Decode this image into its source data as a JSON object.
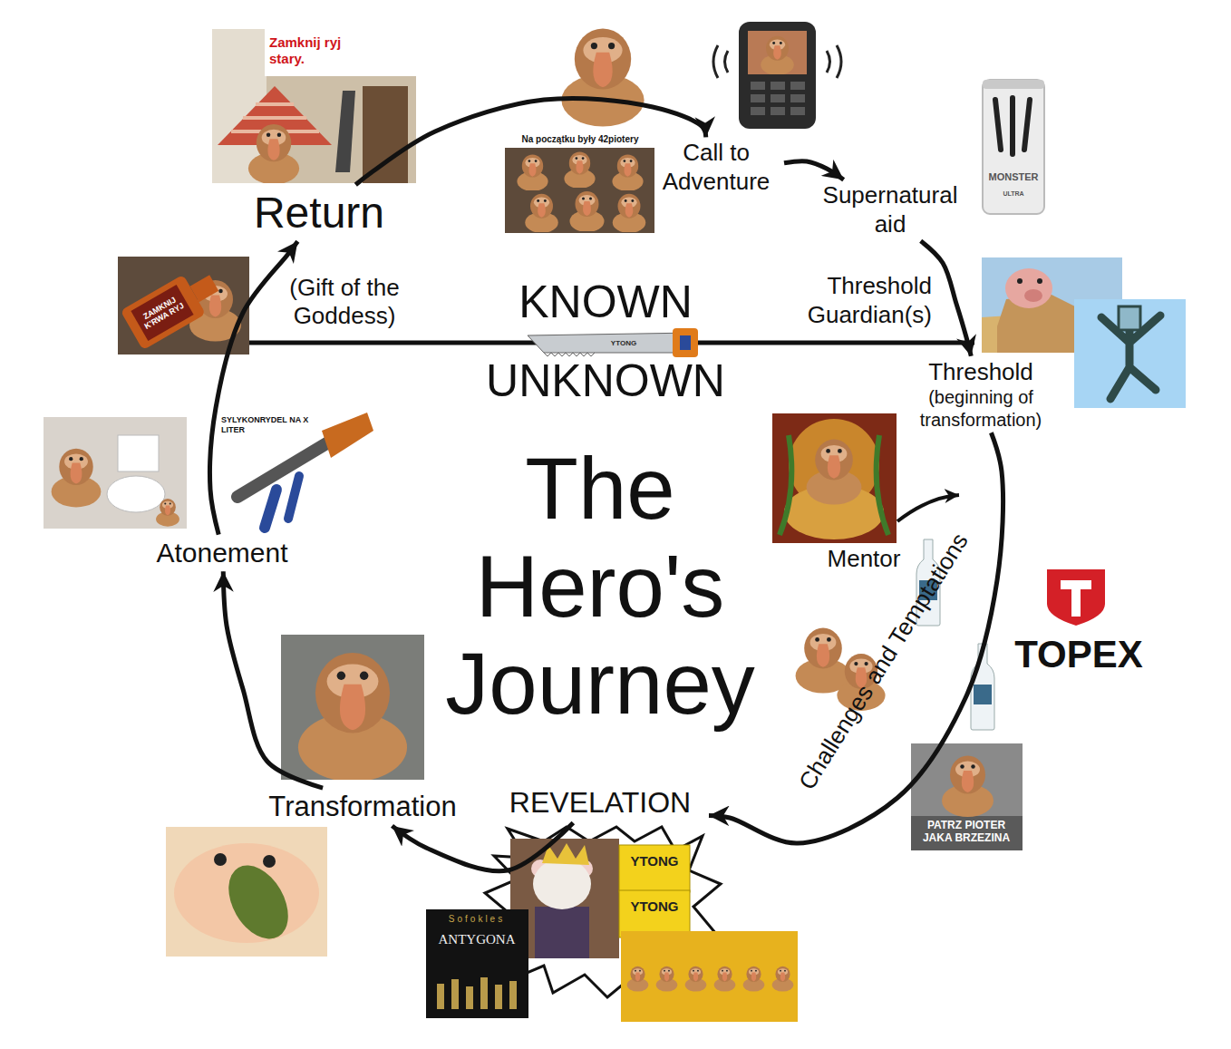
{
  "diagram": {
    "title": "The Hero's Journey",
    "nodes": [
      {
        "text": [
          "Return"
        ]
      },
      {
        "text": [
          "Call to Adventure"
        ]
      },
      {
        "text": [
          "Supernatural aid"
        ]
      },
      {
        "text": [
          "Threshold Guardian(s)"
        ]
      },
      {
        "text": [
          "Threshold",
          "(beginning of transformation)"
        ]
      },
      {
        "text": [
          "REVELATION"
        ]
      },
      {
        "text": [
          "Transformation"
        ]
      },
      {
        "text": [
          "Atonement"
        ]
      }
    ],
    "edges": [
      {
        "from": 0,
        "to": 1,
        "arrow": "to"
      },
      {
        "from": 1,
        "to": 2,
        "arrow": "to"
      },
      {
        "from": 2,
        "to": 4,
        "arrow": "to"
      },
      {
        "from": 4,
        "to": 5,
        "label": "Challenges and Temptations",
        "arrow": "to"
      },
      {
        "from": 5,
        "to": 6,
        "arrow": "to"
      },
      {
        "from": 6,
        "to": 7,
        "arrow": "to"
      },
      {
        "from": 7,
        "to": 0,
        "arrow": "to"
      }
    ],
    "labels": [
      "KNOWN",
      "UNKNOWN",
      "(Gift of the Goddess)",
      "Mentor",
      "Zamknij ryj stary.",
      "Na początku były 42piotery",
      "YTONG",
      "SYLYKONRYDEL NA X LITER",
      "ZAMKNIJ K'RWA RYJ",
      "MONSTER",
      "ULTRA",
      "TOPEX",
      "PATRZ PIOTER JAKA BRZEZINA",
      "YTONG",
      "YTONG",
      "Sofokles",
      "ANTYGONA"
    ]
  }
}
